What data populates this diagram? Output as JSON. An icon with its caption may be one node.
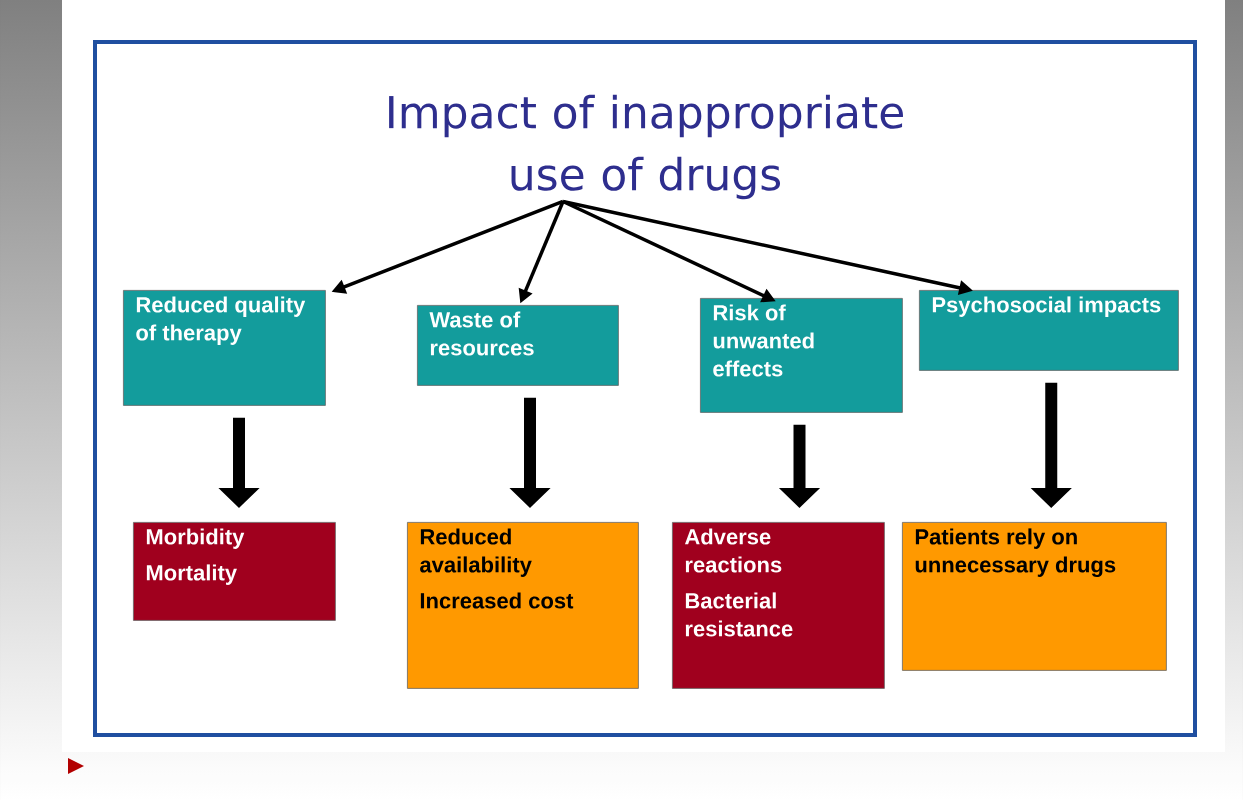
{
  "diagram": {
    "nodes": [
      {
        "text": [
          "Impact of inappropriate use of drugs"
        ]
      },
      {
        "text": [
          "Reduced quality of therapy"
        ]
      },
      {
        "text": [
          "Waste of resources"
        ]
      },
      {
        "text": [
          "Risk of unwanted effects"
        ]
      },
      {
        "text": [
          "Psychosocial impacts"
        ]
      },
      {
        "text": [
          "Morbidity",
          "Mortality"
        ]
      },
      {
        "text": [
          "Reduced availability",
          "Increased cost"
        ]
      },
      {
        "text": [
          "Adverse reactions",
          "Bacterial resistance"
        ]
      },
      {
        "text": [
          "Patients rely on unnecessary drugs"
        ]
      }
    ],
    "edges": [
      {
        "from": 0,
        "to": 1,
        "arrow": "to"
      },
      {
        "from": 0,
        "to": 2,
        "arrow": "to"
      },
      {
        "from": 0,
        "to": 3,
        "arrow": "to"
      },
      {
        "from": 0,
        "to": 4,
        "arrow": "to"
      },
      {
        "from": 1,
        "to": 5,
        "arrow": "to",
        "style": "thick"
      },
      {
        "from": 2,
        "to": 6,
        "arrow": "to",
        "style": "thick"
      },
      {
        "from": 3,
        "to": 7,
        "arrow": "to",
        "style": "thick"
      },
      {
        "from": 4,
        "to": 8,
        "arrow": "to",
        "style": "thick"
      }
    ]
  }
}
